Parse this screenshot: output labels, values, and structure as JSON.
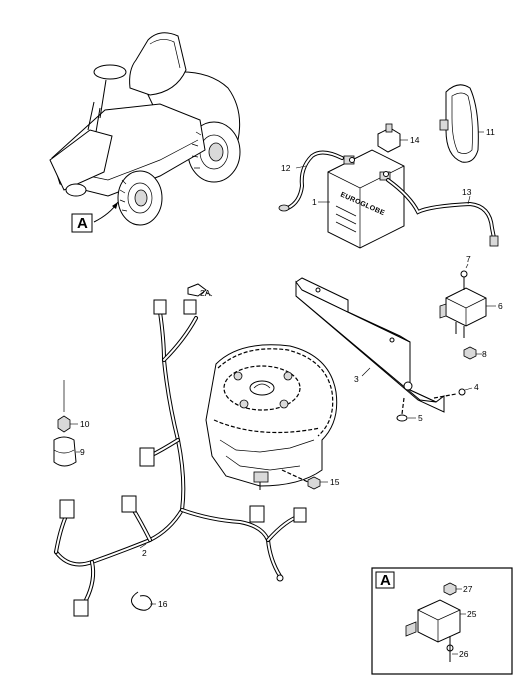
{
  "callouts": {
    "battery": "1",
    "harness": "2",
    "harness_2a": "2A",
    "bracket": "3",
    "bolt_4": "4",
    "washer_5": "5",
    "relay_6": "6",
    "screw_7": "7",
    "nut_8": "8",
    "switch_9": "9",
    "nut_10": "10",
    "cover_11": "11",
    "cable_12": "12",
    "cable_13": "13",
    "terminal_14": "14",
    "screw_15": "15",
    "tie_16": "16",
    "relay_25": "25",
    "screw_26": "26",
    "nut_27": "27"
  },
  "detail_label": "A",
  "detail_box_label": "A",
  "battery_brand": "EUROGLOBE"
}
